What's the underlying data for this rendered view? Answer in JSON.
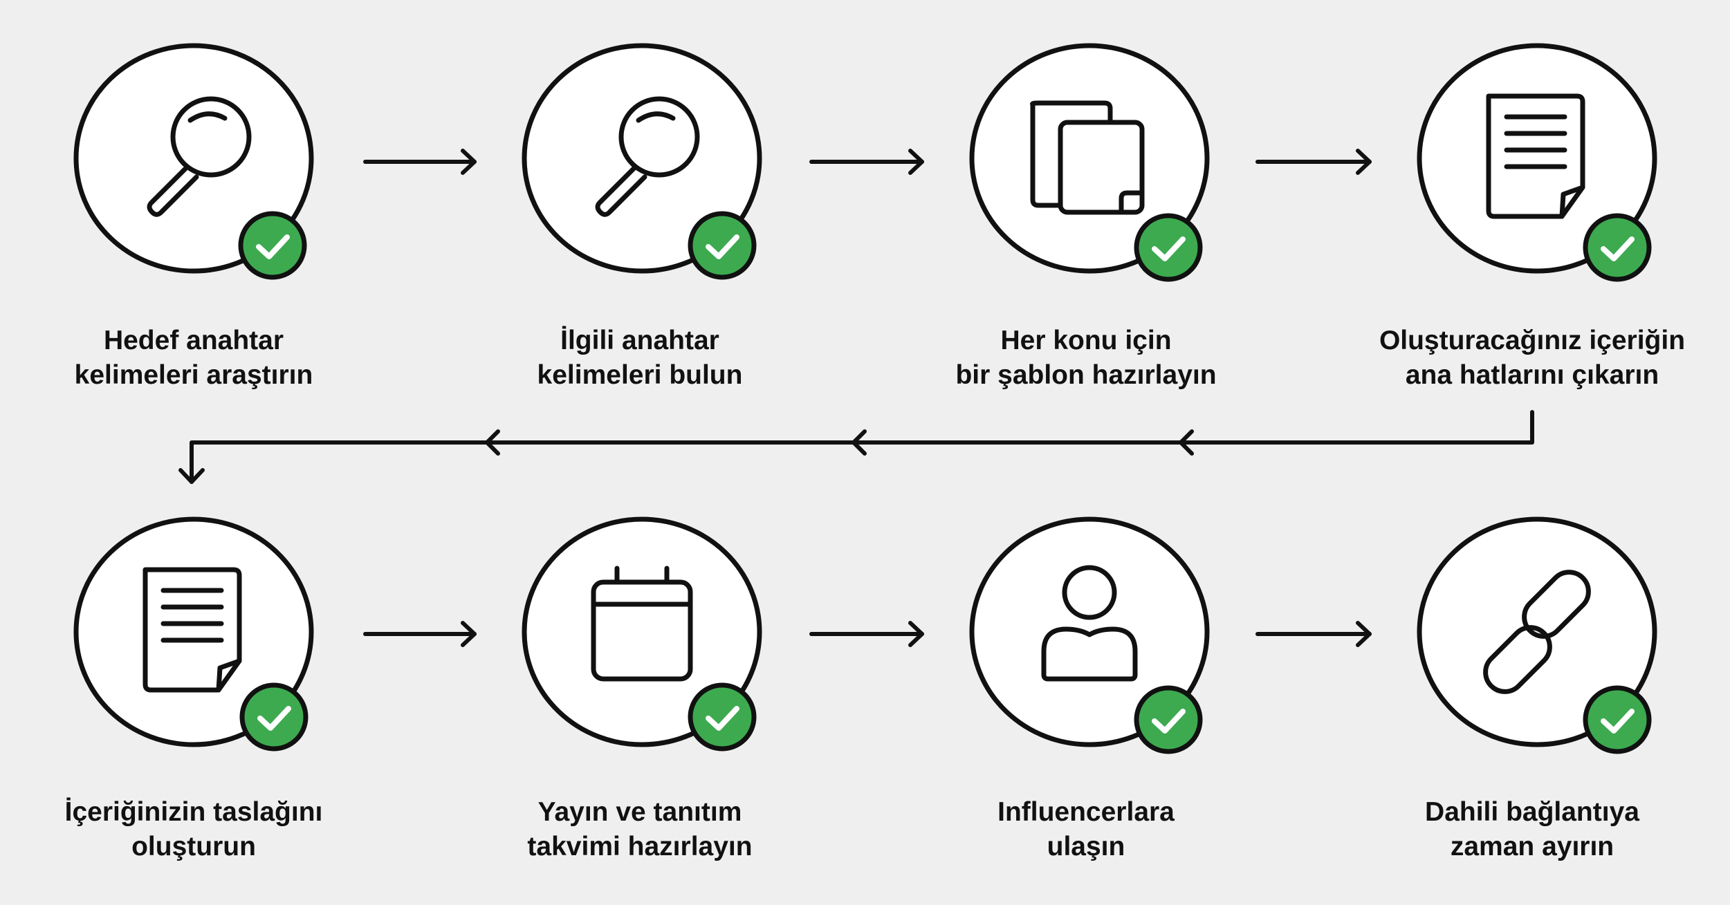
{
  "steps": [
    {
      "lines": [
        "Hedef anahtar",
        "kelimeleri araştırın"
      ],
      "icon": "magnifier-icon",
      "done": true
    },
    {
      "lines": [
        "İlgili anahtar",
        "kelimeleri bulun"
      ],
      "icon": "magnifier-icon",
      "done": true
    },
    {
      "lines": [
        "Her konu için",
        "bir şablon hazırlayın"
      ],
      "icon": "template-pages-icon",
      "done": true
    },
    {
      "lines": [
        "Oluşturacağınız içeriğin",
        "ana hatlarını çıkarın"
      ],
      "icon": "document-icon",
      "done": true
    },
    {
      "lines": [
        "İçeriğinizin taslağını",
        "oluşturun"
      ],
      "icon": "document-icon",
      "done": true
    },
    {
      "lines": [
        "Yayın ve tanıtım",
        "takvimi hazırlayın"
      ],
      "icon": "calendar-icon",
      "done": true
    },
    {
      "lines": [
        "Influencerlara",
        "ulaşın"
      ],
      "icon": "person-icon",
      "done": true
    },
    {
      "lines": [
        "Dahili bağlantıya",
        "zaman ayırın"
      ],
      "icon": "link-icon",
      "done": true
    }
  ],
  "colors": {
    "background": "#efefef",
    "stroke": "#111111",
    "check": "#3daa50",
    "circle_fill": "#ffffff"
  }
}
